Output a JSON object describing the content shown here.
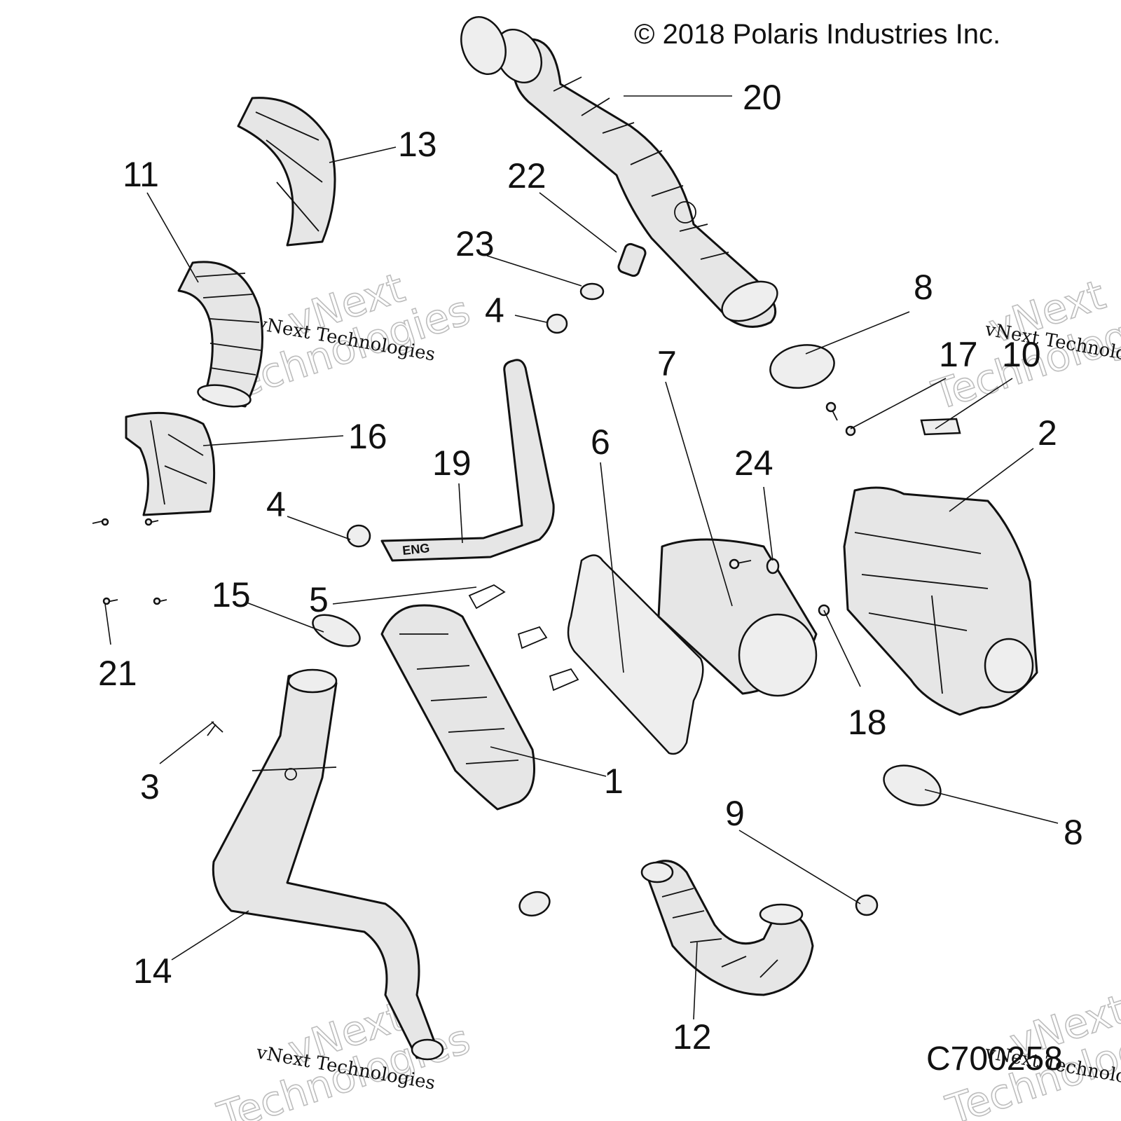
{
  "copyright": "© 2018 Polaris Industries Inc.",
  "diagram_code": "C700258",
  "hose_marking": "ENG",
  "watermark": {
    "small": "vNext Technologies",
    "big_line1": "vNext",
    "big_line2": "Technologies"
  },
  "callouts": {
    "c1": "1",
    "c2": "2",
    "c3": "3",
    "c4a": "4",
    "c4b": "4",
    "c5": "5",
    "c6": "6",
    "c7": "7",
    "c8a": "8",
    "c8b": "8",
    "c9": "9",
    "c10": "10",
    "c11": "11",
    "c12": "12",
    "c13": "13",
    "c14": "14",
    "c15": "15",
    "c16": "16",
    "c17": "17",
    "c18": "18",
    "c19": "19",
    "c20": "20",
    "c21": "21",
    "c22": "22",
    "c23": "23",
    "c24": "24"
  }
}
